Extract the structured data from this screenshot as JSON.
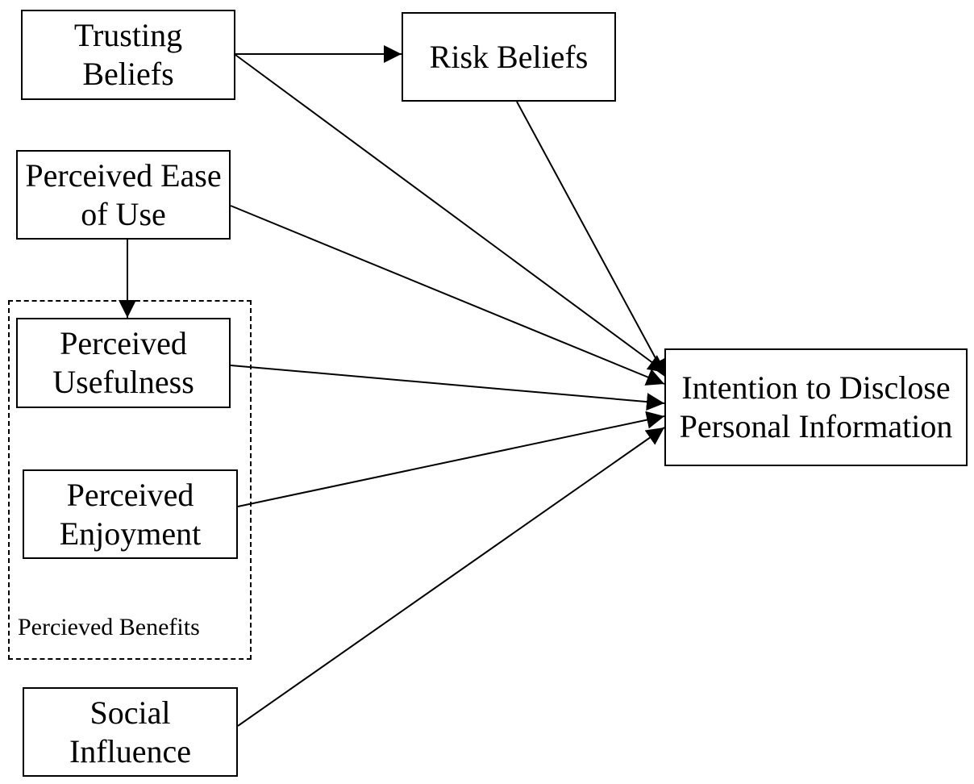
{
  "diagram": {
    "nodes": {
      "trusting_beliefs": {
        "line1": "Trusting",
        "line2": "Beliefs"
      },
      "risk_beliefs": {
        "line1": "Risk Beliefs"
      },
      "perceived_ease_of_use": {
        "line1": "Perceived Ease",
        "line2": "of Use"
      },
      "perceived_usefulness": {
        "line1": "Perceived",
        "line2": "Usefulness"
      },
      "perceived_enjoyment": {
        "line1": "Perceived",
        "line2": "Enjoyment"
      },
      "social_influence": {
        "line1": "Social",
        "line2": "Influence"
      },
      "intention_to_disclose": {
        "line1": "Intention to Disclose",
        "line2": "Personal Information"
      }
    },
    "group": {
      "label": "Percieved Benefits"
    },
    "edges": [
      {
        "from": "trusting_beliefs",
        "to": "risk_beliefs"
      },
      {
        "from": "trusting_beliefs",
        "to": "intention_to_disclose"
      },
      {
        "from": "risk_beliefs",
        "to": "intention_to_disclose"
      },
      {
        "from": "perceived_ease_of_use",
        "to": "intention_to_disclose"
      },
      {
        "from": "perceived_ease_of_use",
        "to": "perceived_benefits_group"
      },
      {
        "from": "perceived_usefulness",
        "to": "intention_to_disclose"
      },
      {
        "from": "perceived_enjoyment",
        "to": "intention_to_disclose"
      },
      {
        "from": "social_influence",
        "to": "intention_to_disclose"
      }
    ],
    "colors": {
      "stroke": "#000000",
      "background": "#ffffff"
    }
  }
}
